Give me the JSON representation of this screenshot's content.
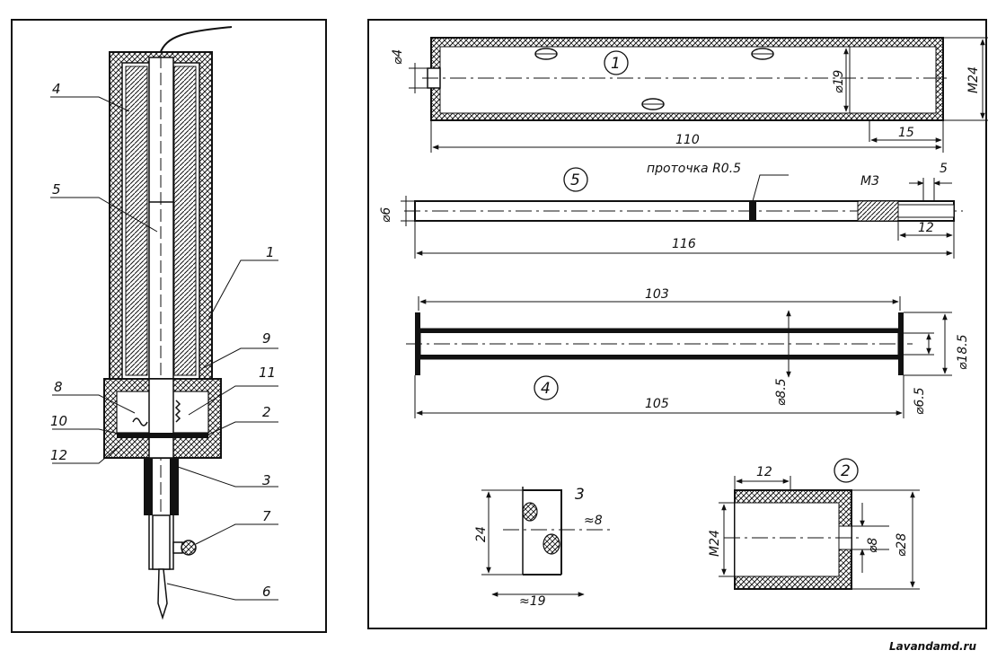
{
  "assembly_labels": [
    "1",
    "2",
    "3",
    "4",
    "5",
    "6",
    "7",
    "8",
    "9",
    "10",
    "11",
    "12"
  ],
  "part1": {
    "number": "1",
    "d_outer": "⌀4",
    "d_inner": "⌀19",
    "thread": "M24",
    "length": "110",
    "thread_len": "15"
  },
  "part5": {
    "number": "5",
    "diameter": "⌀6",
    "groove": "проточка R0.5",
    "thread": "M3",
    "thread_len": "5",
    "bore_len": "12",
    "length": "116"
  },
  "part4": {
    "number": "4",
    "inner_len": "103",
    "length": "105",
    "d_flange": "⌀18.5",
    "d_tube": "⌀8.5",
    "d_bore": "⌀6.5"
  },
  "part3": {
    "number": "3",
    "height": "24",
    "thickness": "≈8",
    "width": "≈19"
  },
  "part2": {
    "number": "2",
    "depth": "12",
    "thread": "M24",
    "d_hole": "⌀8",
    "d_outer": "⌀28"
  },
  "watermark": "Lavandamd.ru",
  "colors": {
    "ink": "#111111",
    "paper": "#ffffff"
  }
}
